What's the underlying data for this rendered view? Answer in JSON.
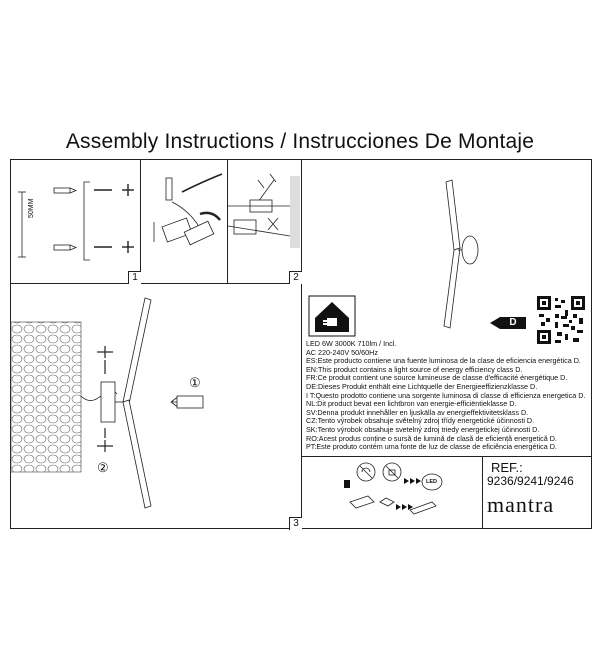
{
  "title": "Assembly Instructions / Instrucciones De Montaje",
  "panels": {
    "p1_label": "1",
    "p2_label": "2",
    "p3_label": "3",
    "dimension_label": "50MM",
    "step1": "①",
    "step2": "②"
  },
  "energy": {
    "class_badge": "D",
    "spec_line1": "LED 6W 3000K 710lm / Incl.",
    "spec_line2": "AC 220-240V 50/60Hz",
    "statements": [
      "ES:Este producto contiene una fuente luminosa de la clase de eficiencia energética D.",
      "EN:This product contains a light source of energy efficiency class D.",
      "FR:Ce produit contient une source lumineuse de classe d'efficacité énergétique D.",
      "DE:Dieses Produkt enthält eine Lichtquelle der Energieeffizienzklasse D.",
      "I T:Questo prodotto contiene una sorgente luminosa di classe di efficienza energetica D.",
      "NL:Dit product bevat een lichtbron van energie-efficiëntieklasse D.",
      "SV:Denna produkt innehåller en ljuskälla av energieffektivitetsklass D.",
      "CZ:Tento výrobek obsahuje světelný zdroj třídy energetické účinnosti D.",
      "SK:Tento výrobok obsahuje svetelný zdroj triedy energetickej účinnosti D.",
      "RO:Acest produs conține o sursă de lumină de clasă de eficiență energetică D.",
      "PT:Este produto contém uma fonte de luz de classe de eficiência energética D."
    ],
    "led_icon_label": "LED"
  },
  "ref": {
    "label": "REF.:",
    "codes": "9236/9241/9246"
  },
  "brand": "mantra",
  "icons": {
    "energy_house": "house-plug-icon",
    "qr": "qr-code-icon",
    "bulb_replace": "no-bulb-replace-icon",
    "driver": "driver-icon"
  }
}
